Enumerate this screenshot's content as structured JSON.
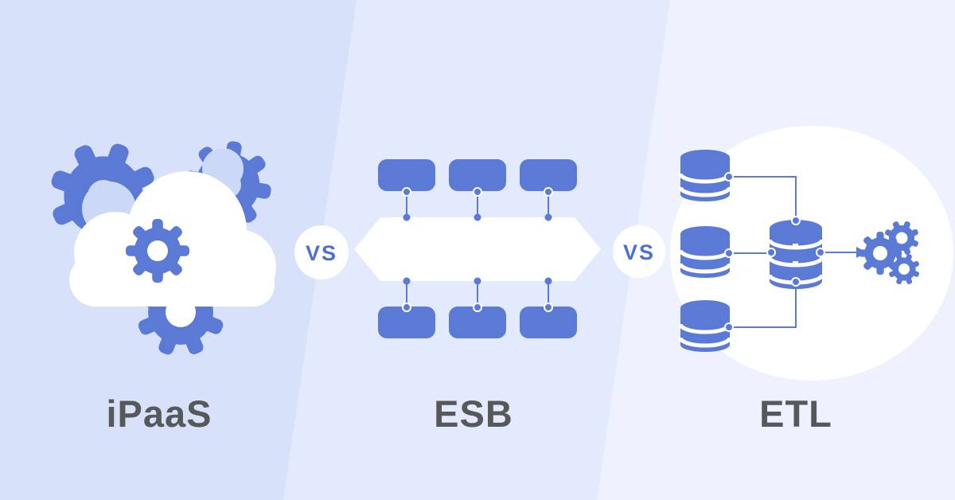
{
  "title": "iPaaS vs ESB vs ETL comparison infographic",
  "colors": {
    "icon_blue": "#5a7ad6",
    "background_band_left": "#d8e1fa",
    "background_band_middle": "#e4eafd",
    "background_band_right": "#eef2fe",
    "shape_white": "#ffffff",
    "light_cloud_blue": "#cbd9f7",
    "label_gray": "#57585a",
    "vs_text_blue": "#4c70cf"
  },
  "sections": [
    {
      "id": "ipaas",
      "label": "iPaaS",
      "icon": "cloud-with-gears-icon"
    },
    {
      "id": "esb",
      "label": "ESB",
      "icon": "service-bus-icon"
    },
    {
      "id": "etl",
      "label": "ETL",
      "icon": "databases-transform-gears-icon"
    }
  ],
  "separators": [
    {
      "label": "VS"
    },
    {
      "label": "VS"
    }
  ]
}
